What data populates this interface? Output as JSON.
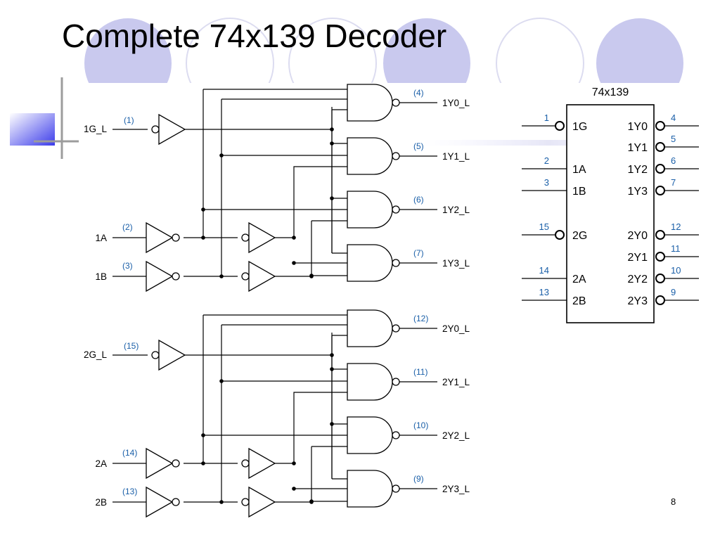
{
  "slide": {
    "title": "Complete 74x139 Decoder",
    "page_number": "8",
    "accent_color": "#c8c8ee",
    "decor": {
      "circles": "decor-circles",
      "cross": "decor-cross"
    }
  },
  "schematic": {
    "decoders": [
      {
        "id": "1",
        "enable": {
          "label": "1G_L",
          "pin": "(1)"
        },
        "inputs": [
          {
            "label": "1A",
            "pin": "(2)"
          },
          {
            "label": "1B",
            "pin": "(3)"
          }
        ],
        "outputs": [
          {
            "label": "1Y0_L",
            "pin": "(4)"
          },
          {
            "label": "1Y1_L",
            "pin": "(5)"
          },
          {
            "label": "1Y2_L",
            "pin": "(6)"
          },
          {
            "label": "1Y3_L",
            "pin": "(7)"
          }
        ]
      },
      {
        "id": "2",
        "enable": {
          "label": "2G_L",
          "pin": "(15)"
        },
        "inputs": [
          {
            "label": "2A",
            "pin": "(14)"
          },
          {
            "label": "2B",
            "pin": "(13)"
          }
        ],
        "outputs": [
          {
            "label": "2Y0_L",
            "pin": "(12)"
          },
          {
            "label": "2Y1_L",
            "pin": "(11)"
          },
          {
            "label": "2Y2_L",
            "pin": "(10)"
          },
          {
            "label": "2Y3_L",
            "pin": "(9)"
          }
        ]
      }
    ]
  },
  "chip_symbol": {
    "name": "74x139",
    "left_pins": [
      {
        "pin": "1",
        "label": "1G",
        "inverted": true
      },
      {
        "pin": "2",
        "label": "1A",
        "inverted": false
      },
      {
        "pin": "3",
        "label": "1B",
        "inverted": false
      },
      {
        "pin": "15",
        "label": "2G",
        "inverted": true
      },
      {
        "pin": "14",
        "label": "2A",
        "inverted": false
      },
      {
        "pin": "13",
        "label": "2B",
        "inverted": false
      }
    ],
    "right_pins": [
      {
        "pin": "4",
        "label": "1Y0"
      },
      {
        "pin": "5",
        "label": "1Y1"
      },
      {
        "pin": "6",
        "label": "1Y2"
      },
      {
        "pin": "7",
        "label": "1Y3"
      },
      {
        "pin": "12",
        "label": "2Y0"
      },
      {
        "pin": "11",
        "label": "2Y1"
      },
      {
        "pin": "10",
        "label": "2Y2"
      },
      {
        "pin": "9",
        "label": "2Y3"
      }
    ]
  }
}
